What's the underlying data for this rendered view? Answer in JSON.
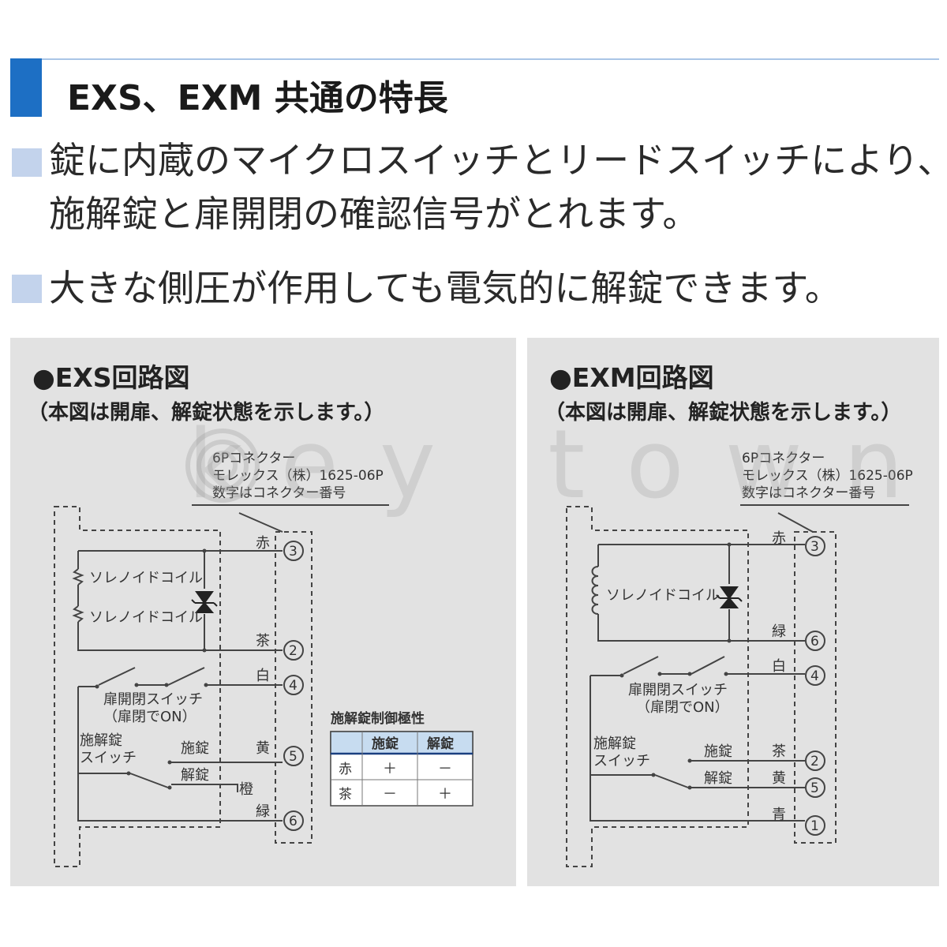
{
  "header": {
    "title": "EXS、EXM 共通の特長"
  },
  "features": [
    {
      "line1": "錠に内蔵のマイクロスイッチとリードスイッチにより、",
      "line2": "施解錠と扉開閉の確認信号がとれます。"
    },
    {
      "line1": "大きな側圧が作用しても電気的に解錠できます。"
    }
  ],
  "exs": {
    "title": "●EXS回路図",
    "subtitle": "（本図は開扉、解錠状態を示します。）",
    "connector": {
      "line1": "6Pコネクター",
      "line2": "モレックス（株）1625-06P",
      "line3": "数字はコネクター番号"
    },
    "coil1": "ソレノイドコイル",
    "coil2": "ソレノイドコイル",
    "wires": [
      {
        "color": "赤",
        "pin": "3"
      },
      {
        "color": "茶",
        "pin": "2"
      },
      {
        "color": "白",
        "pin": "4"
      },
      {
        "color": "黄",
        "pin": "5"
      },
      {
        "color": "橙",
        "pin": ""
      },
      {
        "color": "緑",
        "pin": "6"
      }
    ],
    "door_switch": {
      "line1": "扉開閉スイッチ",
      "line2": "（扉閉でON）"
    },
    "lock_switch": {
      "line1": "施解錠",
      "line2": "スイッチ"
    },
    "lock_label": "施錠",
    "unlock_label": "解錠"
  },
  "polarity_table": {
    "title": "施解錠制御極性",
    "headers": [
      "",
      "施錠",
      "解錠"
    ],
    "rows": [
      [
        "赤",
        "＋",
        "－"
      ],
      [
        "茶",
        "－",
        "＋"
      ]
    ]
  },
  "exm": {
    "title": "●EXM回路図",
    "subtitle": "（本図は開扉、解錠状態を示します。）",
    "connector": {
      "line1": "6Pコネクター",
      "line2": "モレックス（株）1625-06P",
      "line3": "数字はコネクター番号"
    },
    "coil": "ソレノイドコイル",
    "wires": [
      {
        "color": "赤",
        "pin": "3"
      },
      {
        "color": "緑",
        "pin": "6"
      },
      {
        "color": "白",
        "pin": "4"
      },
      {
        "color": "茶",
        "pin": "2"
      },
      {
        "color": "黄",
        "pin": "5"
      },
      {
        "color": "青",
        "pin": "1"
      }
    ],
    "door_switch": {
      "line1": "扉開閉スイッチ",
      "line2": "（扉閉でON）"
    },
    "lock_switch": {
      "line1": "施解錠",
      "line2": "スイッチ"
    },
    "lock_label": "施錠",
    "unlock_label": "解錠"
  },
  "watermark": {
    "text": "key town"
  }
}
